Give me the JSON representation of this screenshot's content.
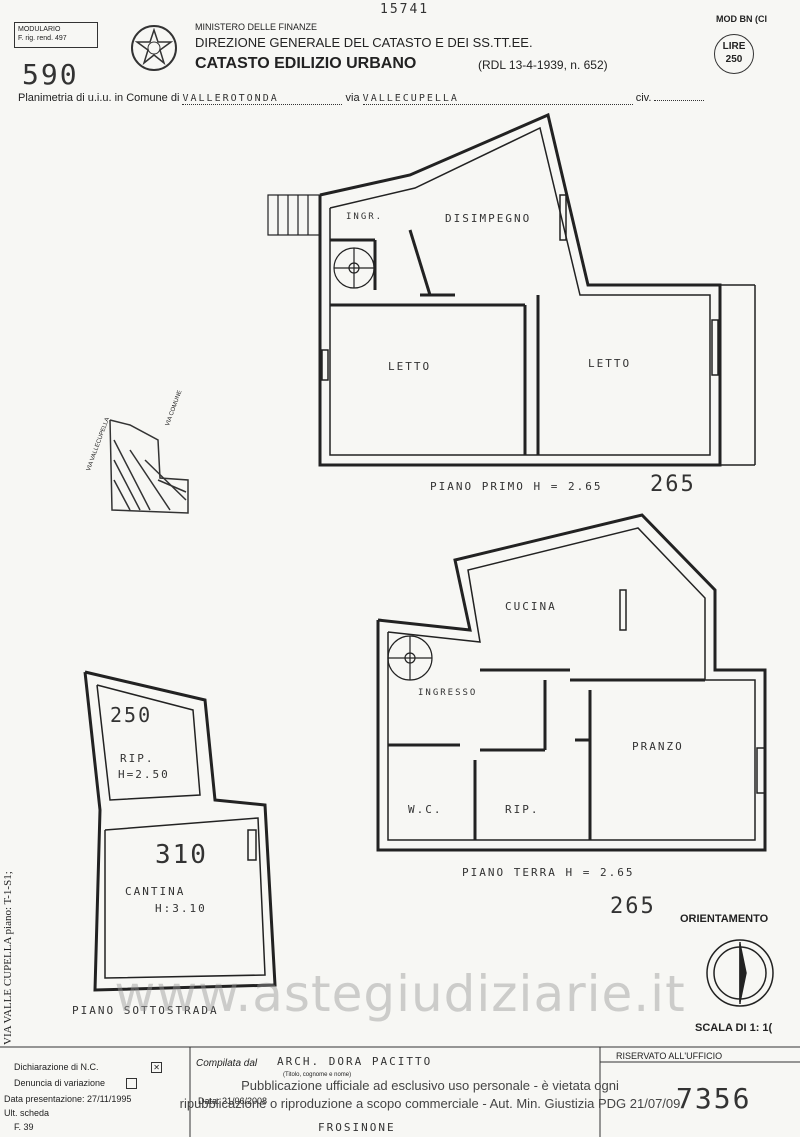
{
  "header": {
    "modulario_line1": "MODULARIO",
    "modulario_line2": "F. rig. rend. 497",
    "ministry": "MINISTERO DELLE FINANZE",
    "direction": "DIREZIONE GENERALE DEL CATASTO E DEI SS.TT.EE.",
    "catasto": "CATASTO EDILIZIO URBANO",
    "law_ref": "(RDL 13-4-1939, n. 652)",
    "mod": "MOD BN (CI",
    "lire_label": "LIRE",
    "lire_value": "250",
    "sheet_number": "590",
    "top_note": "15741",
    "line_prefix": "Planimetria di u.i.u. in Comune di",
    "comune": "VALLEROTONDA",
    "via_label": "via",
    "via": "VALLECUPELLA",
    "civ_label": "civ."
  },
  "plans": {
    "primo": {
      "label": "PIANO PRIMO H = 2.65",
      "handwritten_height": "265",
      "rooms": {
        "ingresso": "INGR.",
        "disimpegno": "DISIMPEGNO",
        "letto1": "LETTO",
        "letto2": "LETTO"
      }
    },
    "terra": {
      "label": "PIANO TERRA H = 2.65",
      "handwritten_height": "265",
      "rooms": {
        "cucina": "CUCINA",
        "ingresso": "INGRESSO",
        "pranzo": "PRANZO",
        "wc": "W.C.",
        "rip": "RIP."
      }
    },
    "sottostrada": {
      "label": "PIANO SOTTOSTRADA",
      "rooms": {
        "rip": "RIP.",
        "rip_height": "H=2.50",
        "rip_hand": "250",
        "cantina": "CANTINA",
        "cantina_height": "H:3.10",
        "cantina_hand": "310"
      }
    },
    "location_sketch": {
      "street": "VIA VALLECUPELLA",
      "other": "VIA COMUNE"
    }
  },
  "orientamento": "ORIENTAMENTO",
  "scala": "SCALA DI 1: 1(",
  "side_text": "VIA VALLE CUPELLA piano: T-1-S1;",
  "watermark": "www.astegiudiziarie.it",
  "notice_line1": "Pubblicazione ufficiale ad esclusivo uso personale - è vietata ogni",
  "notice_line2": "ripubblicazione o riproduzione a scopo commerciale - Aut. Min. Giustizia PDG 21/07/09",
  "footer": {
    "dichiarazione": "Dichiarazione di N.C.",
    "denuncia": "Denuncia di variazione",
    "compilata_label": "Compilata dal",
    "compilata_value": "ARCH. DORA PACITTO",
    "titolo_note": "(Titolo, cognome e nome)",
    "riservato": "RISERVATO ALL'UFFICIO",
    "data_presentazione": "Data presentazione: 27/11/1995",
    "data": "Data: 21/06/2008",
    "scheda_label": "Ult. scheda",
    "foglio": "F. 39",
    "provincia": "FROSINONE",
    "stamp_number": "7356"
  }
}
